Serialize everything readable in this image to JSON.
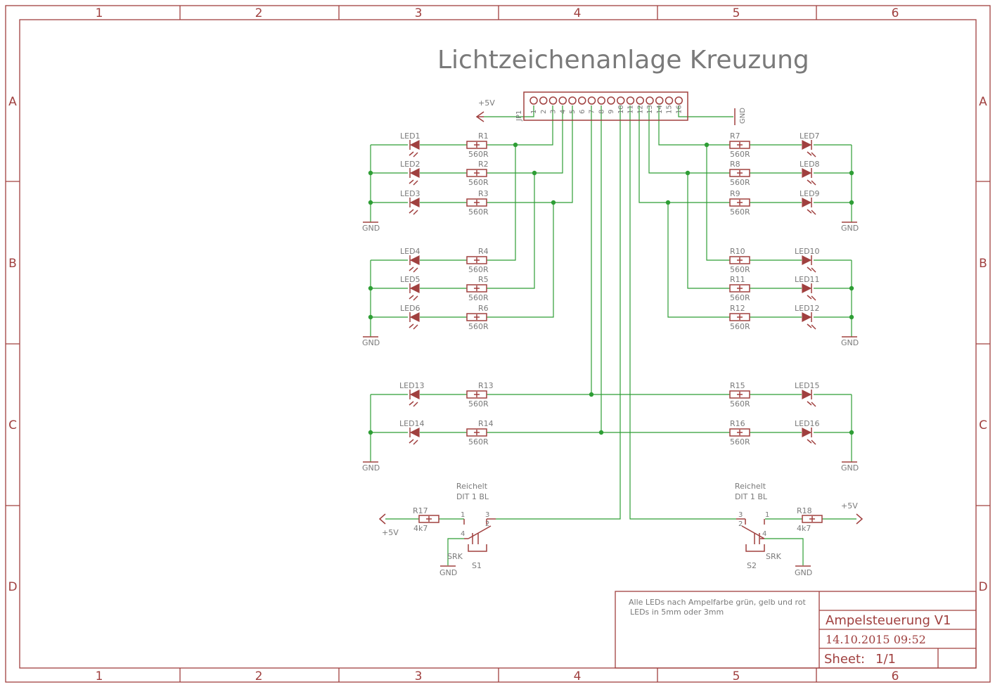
{
  "title": "Lichtzeichenanlage Kreuzung",
  "frame": {
    "columns": [
      "1",
      "2",
      "3",
      "4",
      "5",
      "6"
    ],
    "rows": [
      "A",
      "B",
      "C",
      "D"
    ]
  },
  "connector": {
    "name": "JP1",
    "pins": [
      "1",
      "2",
      "3",
      "4",
      "5",
      "6",
      "7",
      "8",
      "9",
      "10",
      "11",
      "12",
      "13",
      "14",
      "15",
      "16"
    ],
    "supply_label": "+5V",
    "ground_label": "GND"
  },
  "left_leds": [
    {
      "led": "LED1",
      "res": "R1",
      "value": "560R"
    },
    {
      "led": "LED2",
      "res": "R2",
      "value": "560R"
    },
    {
      "led": "LED3",
      "res": "R3",
      "value": "560R"
    },
    {
      "led": "LED4",
      "res": "R4",
      "value": "560R"
    },
    {
      "led": "LED5",
      "res": "R5",
      "value": "560R"
    },
    {
      "led": "LED6",
      "res": "R6",
      "value": "560R"
    },
    {
      "led": "LED13",
      "res": "R13",
      "value": "560R"
    },
    {
      "led": "LED14",
      "res": "R14",
      "value": "560R"
    }
  ],
  "right_leds": [
    {
      "led": "LED7",
      "res": "R7",
      "value": "560R"
    },
    {
      "led": "LED8",
      "res": "R8",
      "value": "560R"
    },
    {
      "led": "LED9",
      "res": "R9",
      "value": "560R"
    },
    {
      "led": "LED10",
      "res": "R10",
      "value": "560R"
    },
    {
      "led": "LED11",
      "res": "R11",
      "value": "560R"
    },
    {
      "led": "LED12",
      "res": "R12",
      "value": "560R"
    },
    {
      "led": "LED15",
      "res": "R15",
      "value": "560R"
    },
    {
      "led": "LED16",
      "res": "R16",
      "value": "560R"
    }
  ],
  "gnd_label": "GND",
  "switches": [
    {
      "name": "S1",
      "type": "SRK",
      "vendor": "Reichelt",
      "part": "DIT 1 BL",
      "resistor": "R17",
      "res_value": "4k7",
      "supply": "+5V",
      "gnd": "GND",
      "pins": [
        "1",
        "2",
        "3",
        "4"
      ]
    },
    {
      "name": "S2",
      "type": "SRK",
      "vendor": "Reichelt",
      "part": "DIT 1 BL",
      "resistor": "R18",
      "res_value": "4k7",
      "supply": "+5V",
      "gnd": "GND",
      "pins": [
        "1",
        "2",
        "3",
        "4"
      ]
    }
  ],
  "titleblock": {
    "note_line1": "Alle LEDs nach Ampelfarbe grün, gelb und rot",
    "note_line2": "LEDs in 5mm oder 3mm",
    "name": "Ampelsteuerung V1",
    "date": "14.10.2015 09:52",
    "sheet_label": "Sheet:",
    "sheet_value": "1/1"
  },
  "colors": {
    "frame": "#a0403f",
    "wire": "#2e9e35",
    "text": "#7a7a7a"
  }
}
